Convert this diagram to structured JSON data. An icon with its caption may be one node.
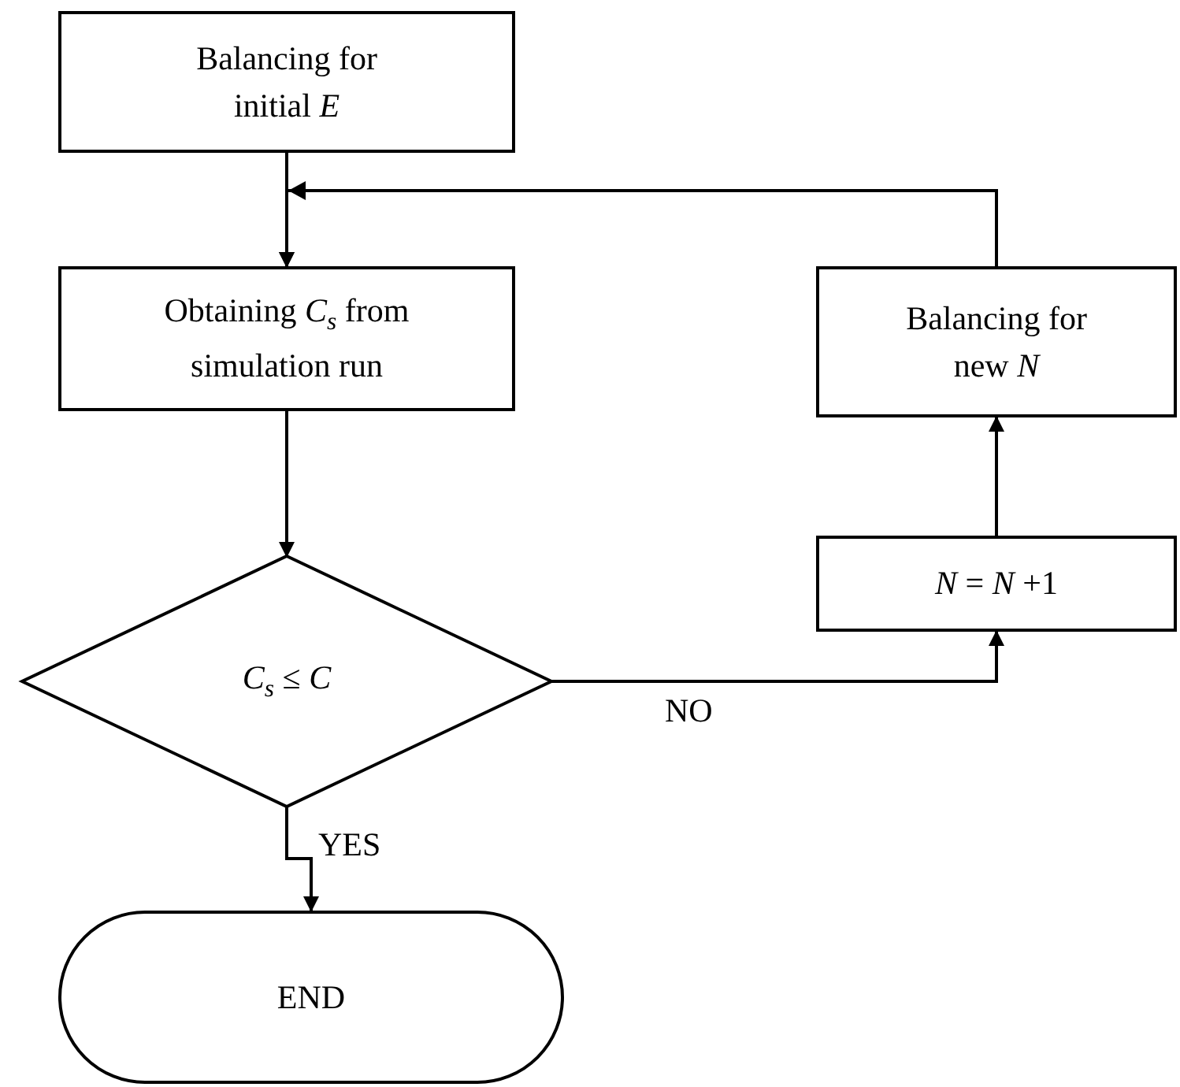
{
  "diagram": {
    "nodes": [
      {
        "text": [
          "Balancing for initial *E*"
        ]
      },
      {
        "text": [
          "Obtaining *C*$_{s}$ from simulation run"
        ]
      },
      {
        "text": [
          "Balancing for new *N*"
        ]
      },
      {
        "text": [
          "*C*$_{s}$ ≤ *C*"
        ]
      },
      {
        "text": [
          "*N* = *N* +1"
        ]
      },
      {
        "text": [
          "END"
        ]
      }
    ],
    "edges": [
      {
        "from": 0,
        "to": 1,
        "arrow": "to"
      },
      {
        "from": 2,
        "to": 1,
        "arrow": "to"
      },
      {
        "from": 1,
        "to": 3,
        "arrow": "to"
      },
      {
        "from": 3,
        "to": 5,
        "arrow": "to",
        "label": "YES"
      },
      {
        "from": 3,
        "to": 4,
        "arrow": "to",
        "label": "NO"
      },
      {
        "from": 4,
        "to": 2,
        "arrow": "to"
      }
    ]
  }
}
